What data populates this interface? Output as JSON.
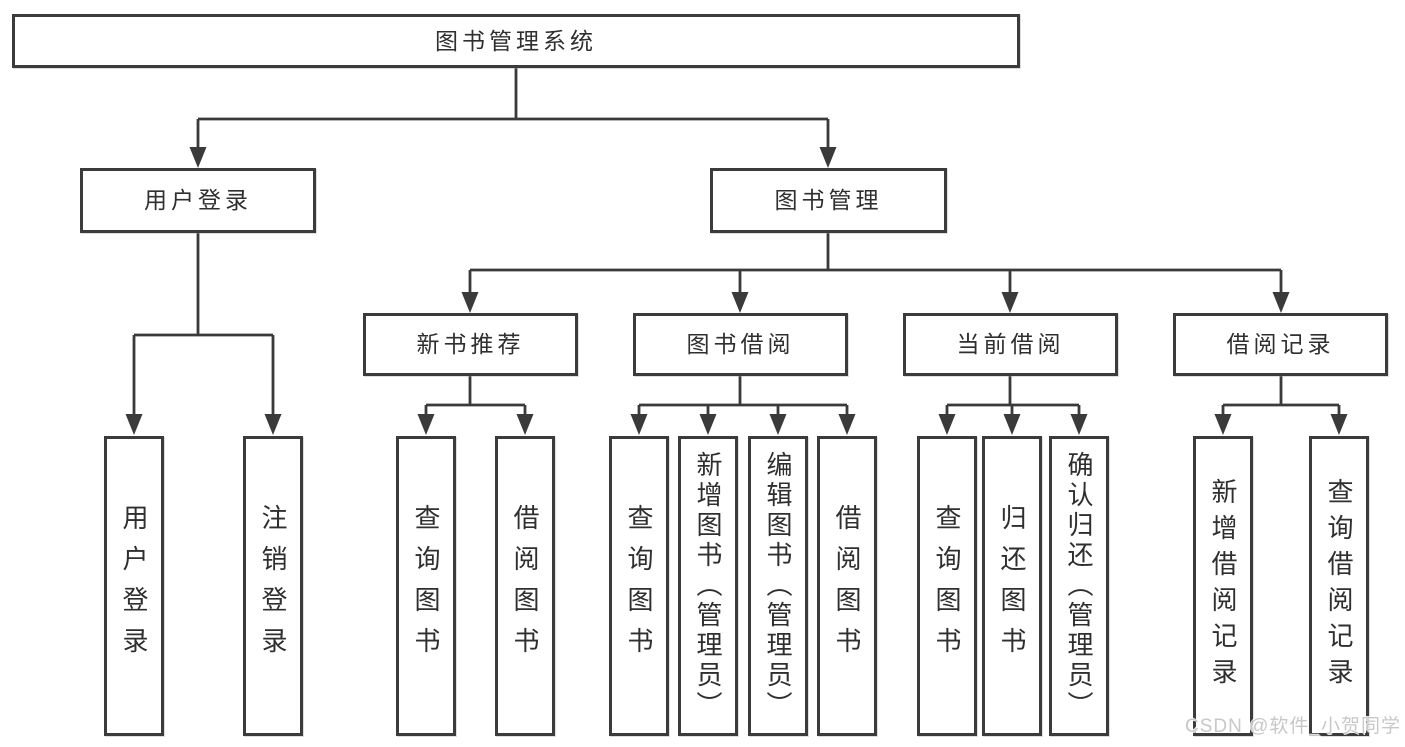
{
  "watermark": {
    "text": "CSDN @软件_小贺同学"
  },
  "colors": {
    "line": "#3a3a3a",
    "box_border": "#3b3b3b",
    "box_background": "#ffffff",
    "text": "#2f2f2f",
    "watermark_text": "#c8c8c8"
  },
  "tree": {
    "root": {
      "label": "图书管理系统",
      "children": [
        {
          "label": "用户登录",
          "children": [
            {
              "label": "用户登录"
            },
            {
              "label": "注销登录"
            }
          ]
        },
        {
          "label": "图书管理",
          "children": [
            {
              "label": "新书推荐",
              "children": [
                {
                  "label": "查询图书"
                },
                {
                  "label": "借阅图书"
                }
              ]
            },
            {
              "label": "图书借阅",
              "children": [
                {
                  "label": "查询图书"
                },
                {
                  "label": "新增图书（管理员）"
                },
                {
                  "label": "编辑图书（管理员）"
                },
                {
                  "label": "借阅图书"
                }
              ]
            },
            {
              "label": "当前借阅",
              "children": [
                {
                  "label": "查询图书"
                },
                {
                  "label": "归还图书"
                },
                {
                  "label": "确认归还（管理员）"
                }
              ]
            },
            {
              "label": "借阅记录",
              "children": [
                {
                  "label": "新增借阅记录"
                },
                {
                  "label": "查询借阅记录"
                }
              ]
            }
          ]
        }
      ]
    }
  }
}
